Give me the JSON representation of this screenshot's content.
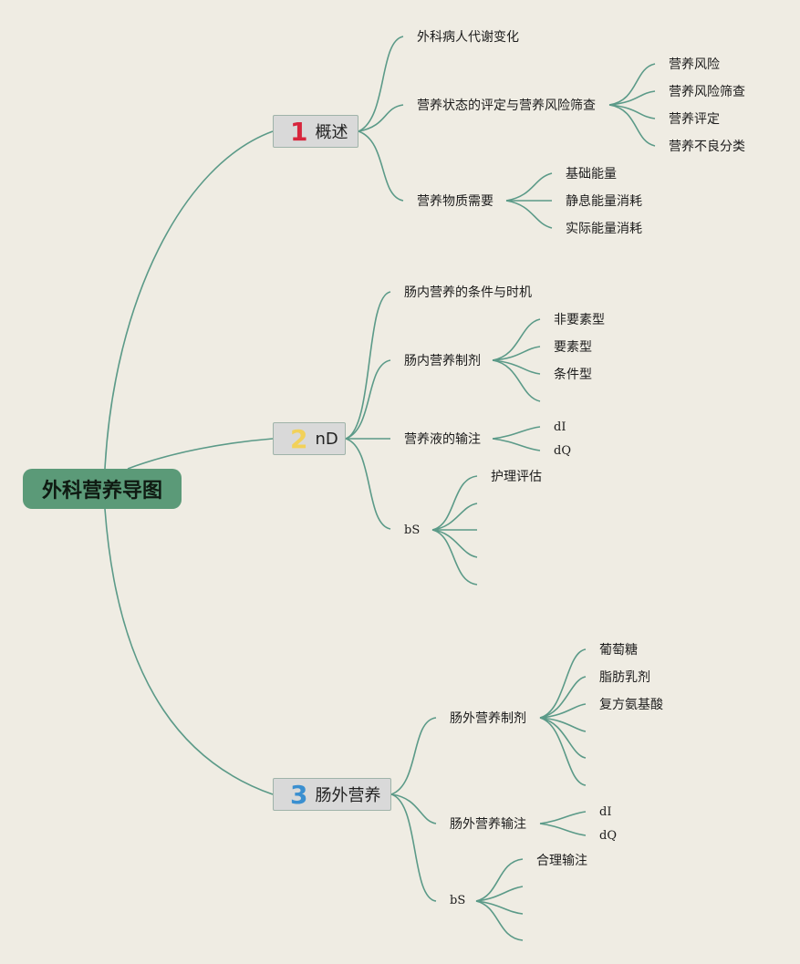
{
  "root": {
    "label": "外科营养导图"
  },
  "branches": [
    {
      "number": "1",
      "label": "概述",
      "children": [
        {
          "label": "外科病人代谢变化"
        },
        {
          "label": "营养状态的评定与营养风险筛查",
          "children": [
            "营养风险",
            "营养风险筛查",
            "营养评定",
            "营养不良分类"
          ]
        },
        {
          "label": "营养物质需要",
          "children": [
            "基础能量",
            "静息能量消耗",
            "实际能量消耗"
          ]
        }
      ]
    },
    {
      "number": "2",
      "label": "nD",
      "children": [
        {
          "label": "肠内营养的条件与时机"
        },
        {
          "label": "肠内营养制剂",
          "children": [
            "非要素型",
            "要素型",
            "条件型",
            ""
          ]
        },
        {
          "label": "营养液的输注",
          "children": [
            "dI",
            "dQ"
          ]
        },
        {
          "label": "bS",
          "children": [
            "护理评估",
            "",
            "",
            "",
            ""
          ]
        }
      ]
    },
    {
      "number": "3",
      "label": "肠外营养",
      "children": [
        {
          "label": "肠外营养制剂",
          "children": [
            "葡萄糖",
            "脂肪乳剂",
            "复方氨基酸",
            "",
            "",
            ""
          ]
        },
        {
          "label": "肠外营养输注",
          "children": [
            "dI",
            "dQ"
          ]
        },
        {
          "label": "bS",
          "children": [
            "合理输注",
            "",
            "",
            ""
          ]
        }
      ]
    }
  ],
  "colors": {
    "line": "#5b9a88",
    "root_fill": "#5b9a78",
    "background": "#efece3"
  }
}
